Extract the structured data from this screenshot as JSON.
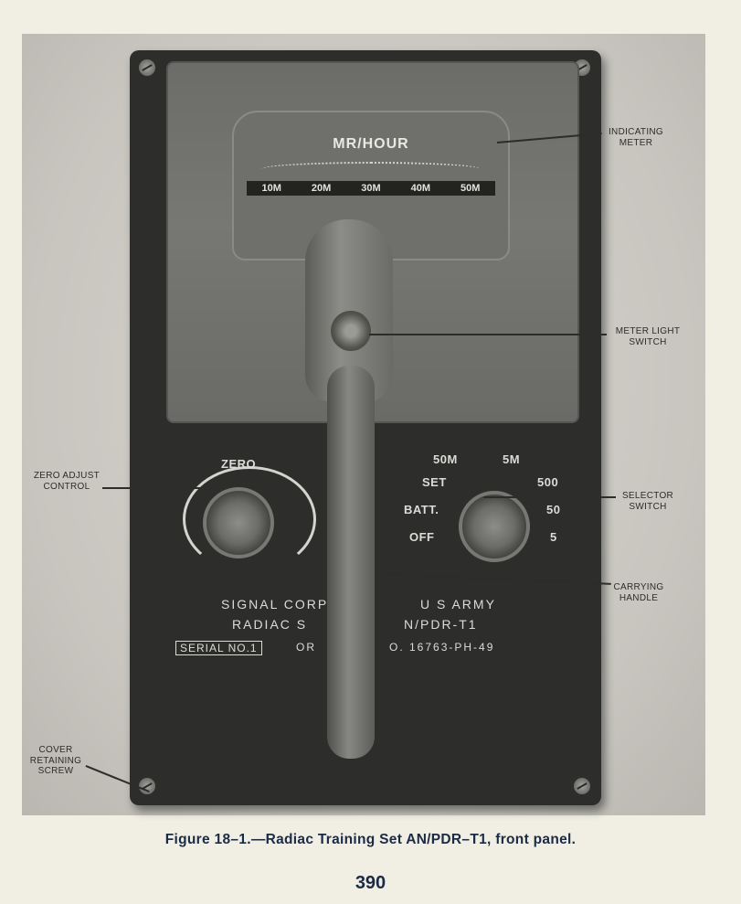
{
  "figure": {
    "caption": "Figure 18–1.—Radiac Training Set AN/PDR–T1, front panel.",
    "page_number": "390"
  },
  "meter": {
    "title": "MR/HOUR",
    "scale_labels": [
      "10M",
      "20M",
      "30M",
      "40M",
      "50M"
    ]
  },
  "panel_text": {
    "zero_label": "ZERO",
    "selector_top": [
      "50M",
      "5M"
    ],
    "selector_left": [
      "SET",
      "BATT.",
      "OFF"
    ],
    "selector_right": [
      "500",
      "50",
      "5"
    ],
    "line1_left": "SIGNAL CORP",
    "line1_right": "U S ARMY",
    "line2_left": "RADIAC S",
    "line2_right": "N/PDR-T1",
    "serial": "SERIAL NO.1",
    "order_left": "OR",
    "order_right": "O. 16763-PH-49"
  },
  "callouts": {
    "indicating_meter": "INDICATING METER",
    "meter_light_switch": "METER LIGHT SWITCH",
    "zero_adjust_control": "ZERO ADJUST CONTROL",
    "selector_switch": "SELECTOR SWITCH",
    "carrying_handle": "CARRYING HANDLE",
    "cover_retaining_screw": "COVER RETAINING SCREW"
  }
}
